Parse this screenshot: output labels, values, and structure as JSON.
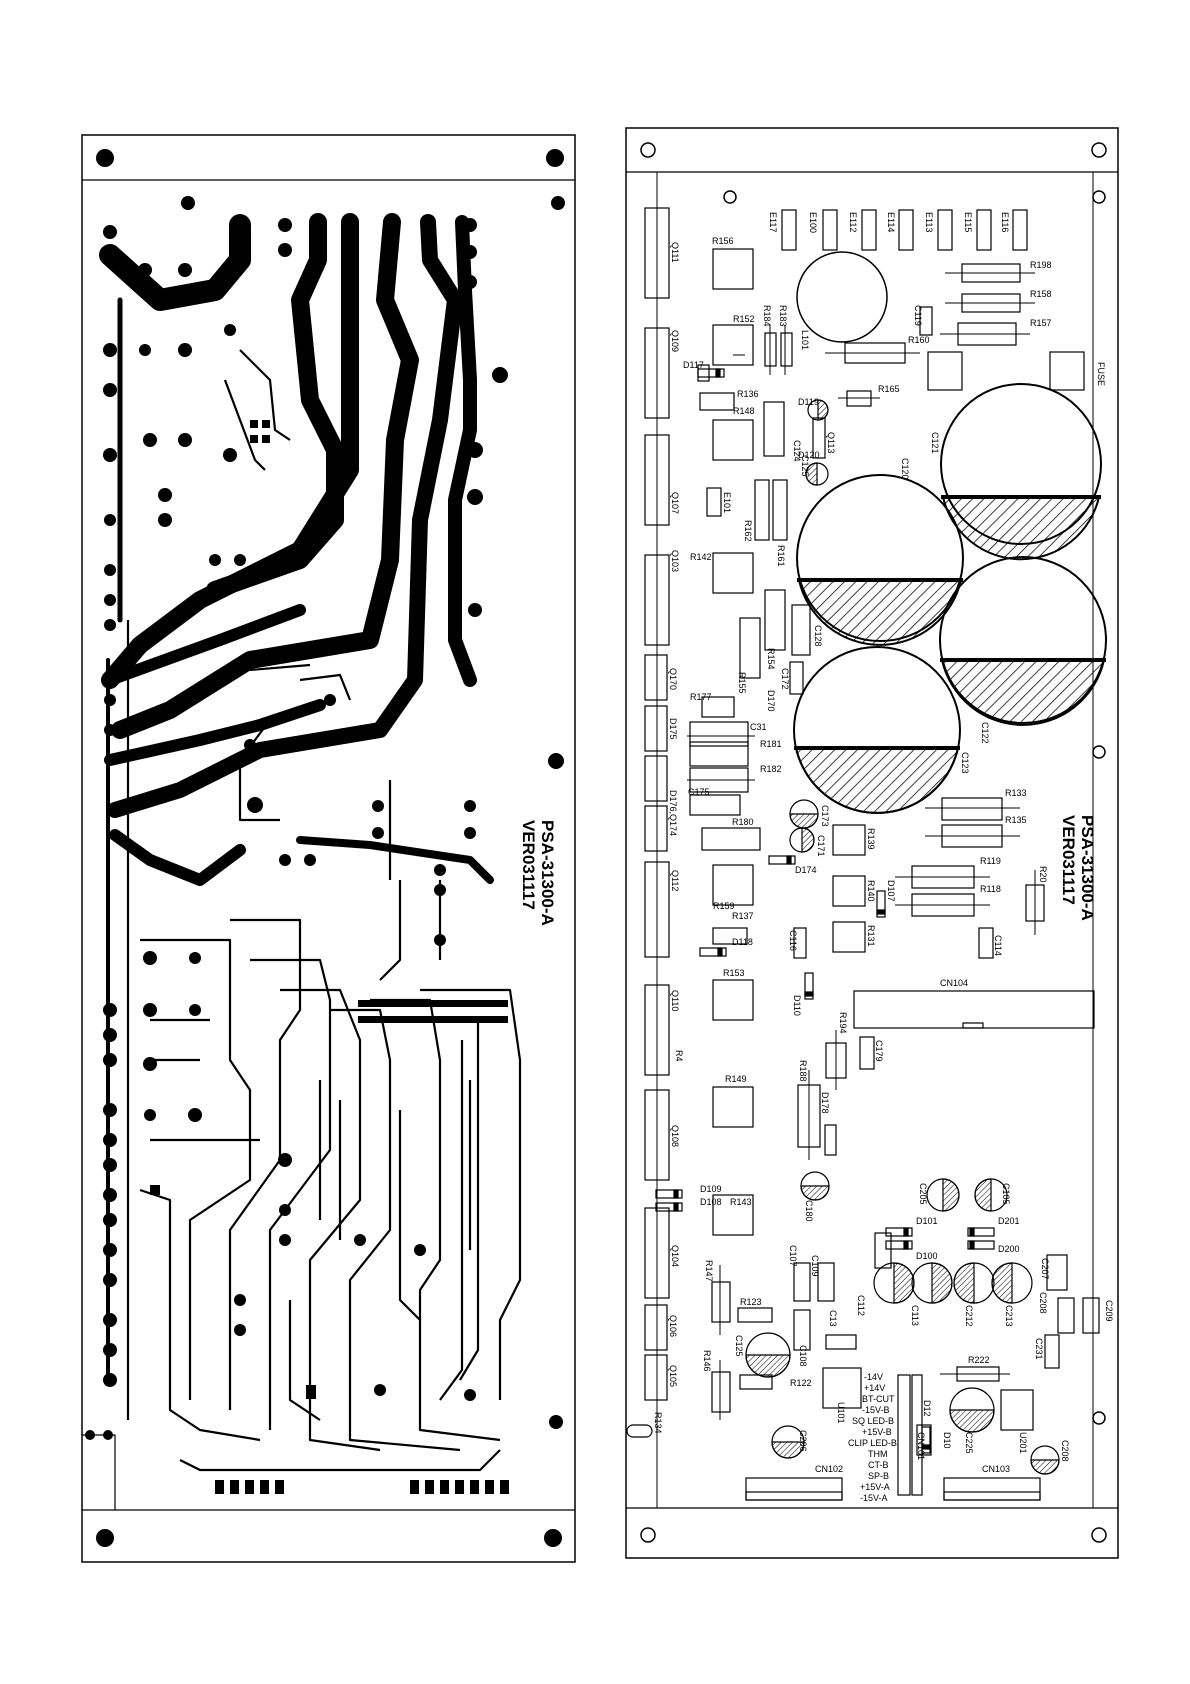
{
  "copper_panel": {
    "model": "PSA-31300-A",
    "version": "VER031117"
  },
  "component_panel": {
    "model": "PSA-31300-A",
    "version": "VER031117",
    "labels": {
      "q111": "Q111",
      "q109": "Q109",
      "q107": "Q107",
      "q103": "Q103",
      "q170": "Q170",
      "d175": "D175",
      "d176q174": "D176,Q174",
      "q112": "Q112",
      "q110": "Q110",
      "q108": "Q108",
      "q104": "Q104",
      "q106": "Q106",
      "q105": "Q105",
      "r134": "R134",
      "e117": "E117",
      "e100": "E100",
      "e112": "E112",
      "e114": "E114",
      "e113": "E113",
      "e115": "E115",
      "e116": "E116",
      "e101": "E101",
      "r156": "R156",
      "r152": "R152",
      "r184": "R184",
      "r183": "R183",
      "l101": "L101",
      "d117": "D117",
      "r136": "R136",
      "r148": "R148",
      "d119": "D119",
      "d120": "D120",
      "c124": "C124",
      "c125": "C125",
      "q113": "Q113",
      "r165": "R165",
      "r160": "R160",
      "c119": "C119",
      "r198": "R198",
      "r158": "R158",
      "r157": "R157",
      "fuse": "FUSE",
      "c121": "C121",
      "c120": "C120",
      "c122": "C122",
      "c123": "C123",
      "r162": "R162",
      "r161": "R161",
      "r142": "R142",
      "r154": "R154",
      "c128": "C128",
      "r155": "R155",
      "c172": "C172",
      "d170": "D170",
      "r177": "R177",
      "c31": "C31",
      "r181": "R181",
      "r182": "R182",
      "c175": "C175",
      "c173": "C173",
      "c171": "C171",
      "r180": "R180",
      "r139": "R139",
      "d174": "D174",
      "r140": "R140",
      "d107": "D107",
      "r119": "R119",
      "r118": "R118",
      "r20": "R20",
      "r133": "R133",
      "r135": "R135",
      "r159": "R159",
      "r137": "R137",
      "d118": "D118",
      "c116": "C116",
      "r131": "R131",
      "c114": "C114",
      "r153": "R153",
      "d110": "D110",
      "cn104": "CN104",
      "r194": "R194",
      "c179": "C179",
      "r4": "R4",
      "r149": "R149",
      "r188": "R188",
      "d178": "D178",
      "c180": "C180",
      "d109": "D109",
      "d108": "D108",
      "r143": "R143",
      "c205": "C205",
      "c105": "C105",
      "d101": "D101",
      "d100": "D100",
      "d201": "D201",
      "d200": "D200",
      "r147": "R147",
      "c107": "C107",
      "c109": "C109",
      "c112": "C112",
      "c113": "C113",
      "c212": "C212",
      "c213": "C213",
      "c207": "C207",
      "c208": "C208",
      "c209": "C209",
      "c231": "C231",
      "r123": "R123",
      "c125b": "C125",
      "c108": "C108",
      "c13": "C13",
      "r146": "R146",
      "r122": "R122",
      "r222": "R222",
      "u101": "U101",
      "d12": "D12",
      "d10": "D10",
      "c225": "C225",
      "u201": "U201",
      "c206": "C206",
      "c208b": "C208",
      "cn101": "CN101",
      "cn102": "CN102",
      "cn103": "CN103"
    },
    "connector_pins": [
      "-14V",
      "+14V",
      "BT-CUT",
      "-15V-B",
      "SQ LED-B",
      "+15V-B",
      "CLIP LED-B",
      "THM",
      "CT-B",
      "SP-B",
      "+15V-A",
      "-15V-A"
    ]
  }
}
